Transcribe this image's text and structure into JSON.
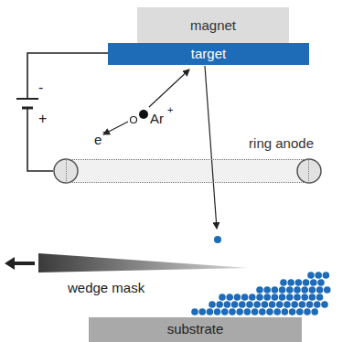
{
  "diagram": {
    "nodes": [
      {
        "text": [
          "magnet"
        ]
      },
      {
        "text": [
          "target"
        ]
      },
      {
        "text": [
          "ring anode"
        ]
      },
      {
        "text": [
          "substrate"
        ]
      }
    ],
    "labels": [
      "-",
      "+",
      "e",
      "-",
      "Ar",
      "+",
      "wedge mask"
    ]
  }
}
